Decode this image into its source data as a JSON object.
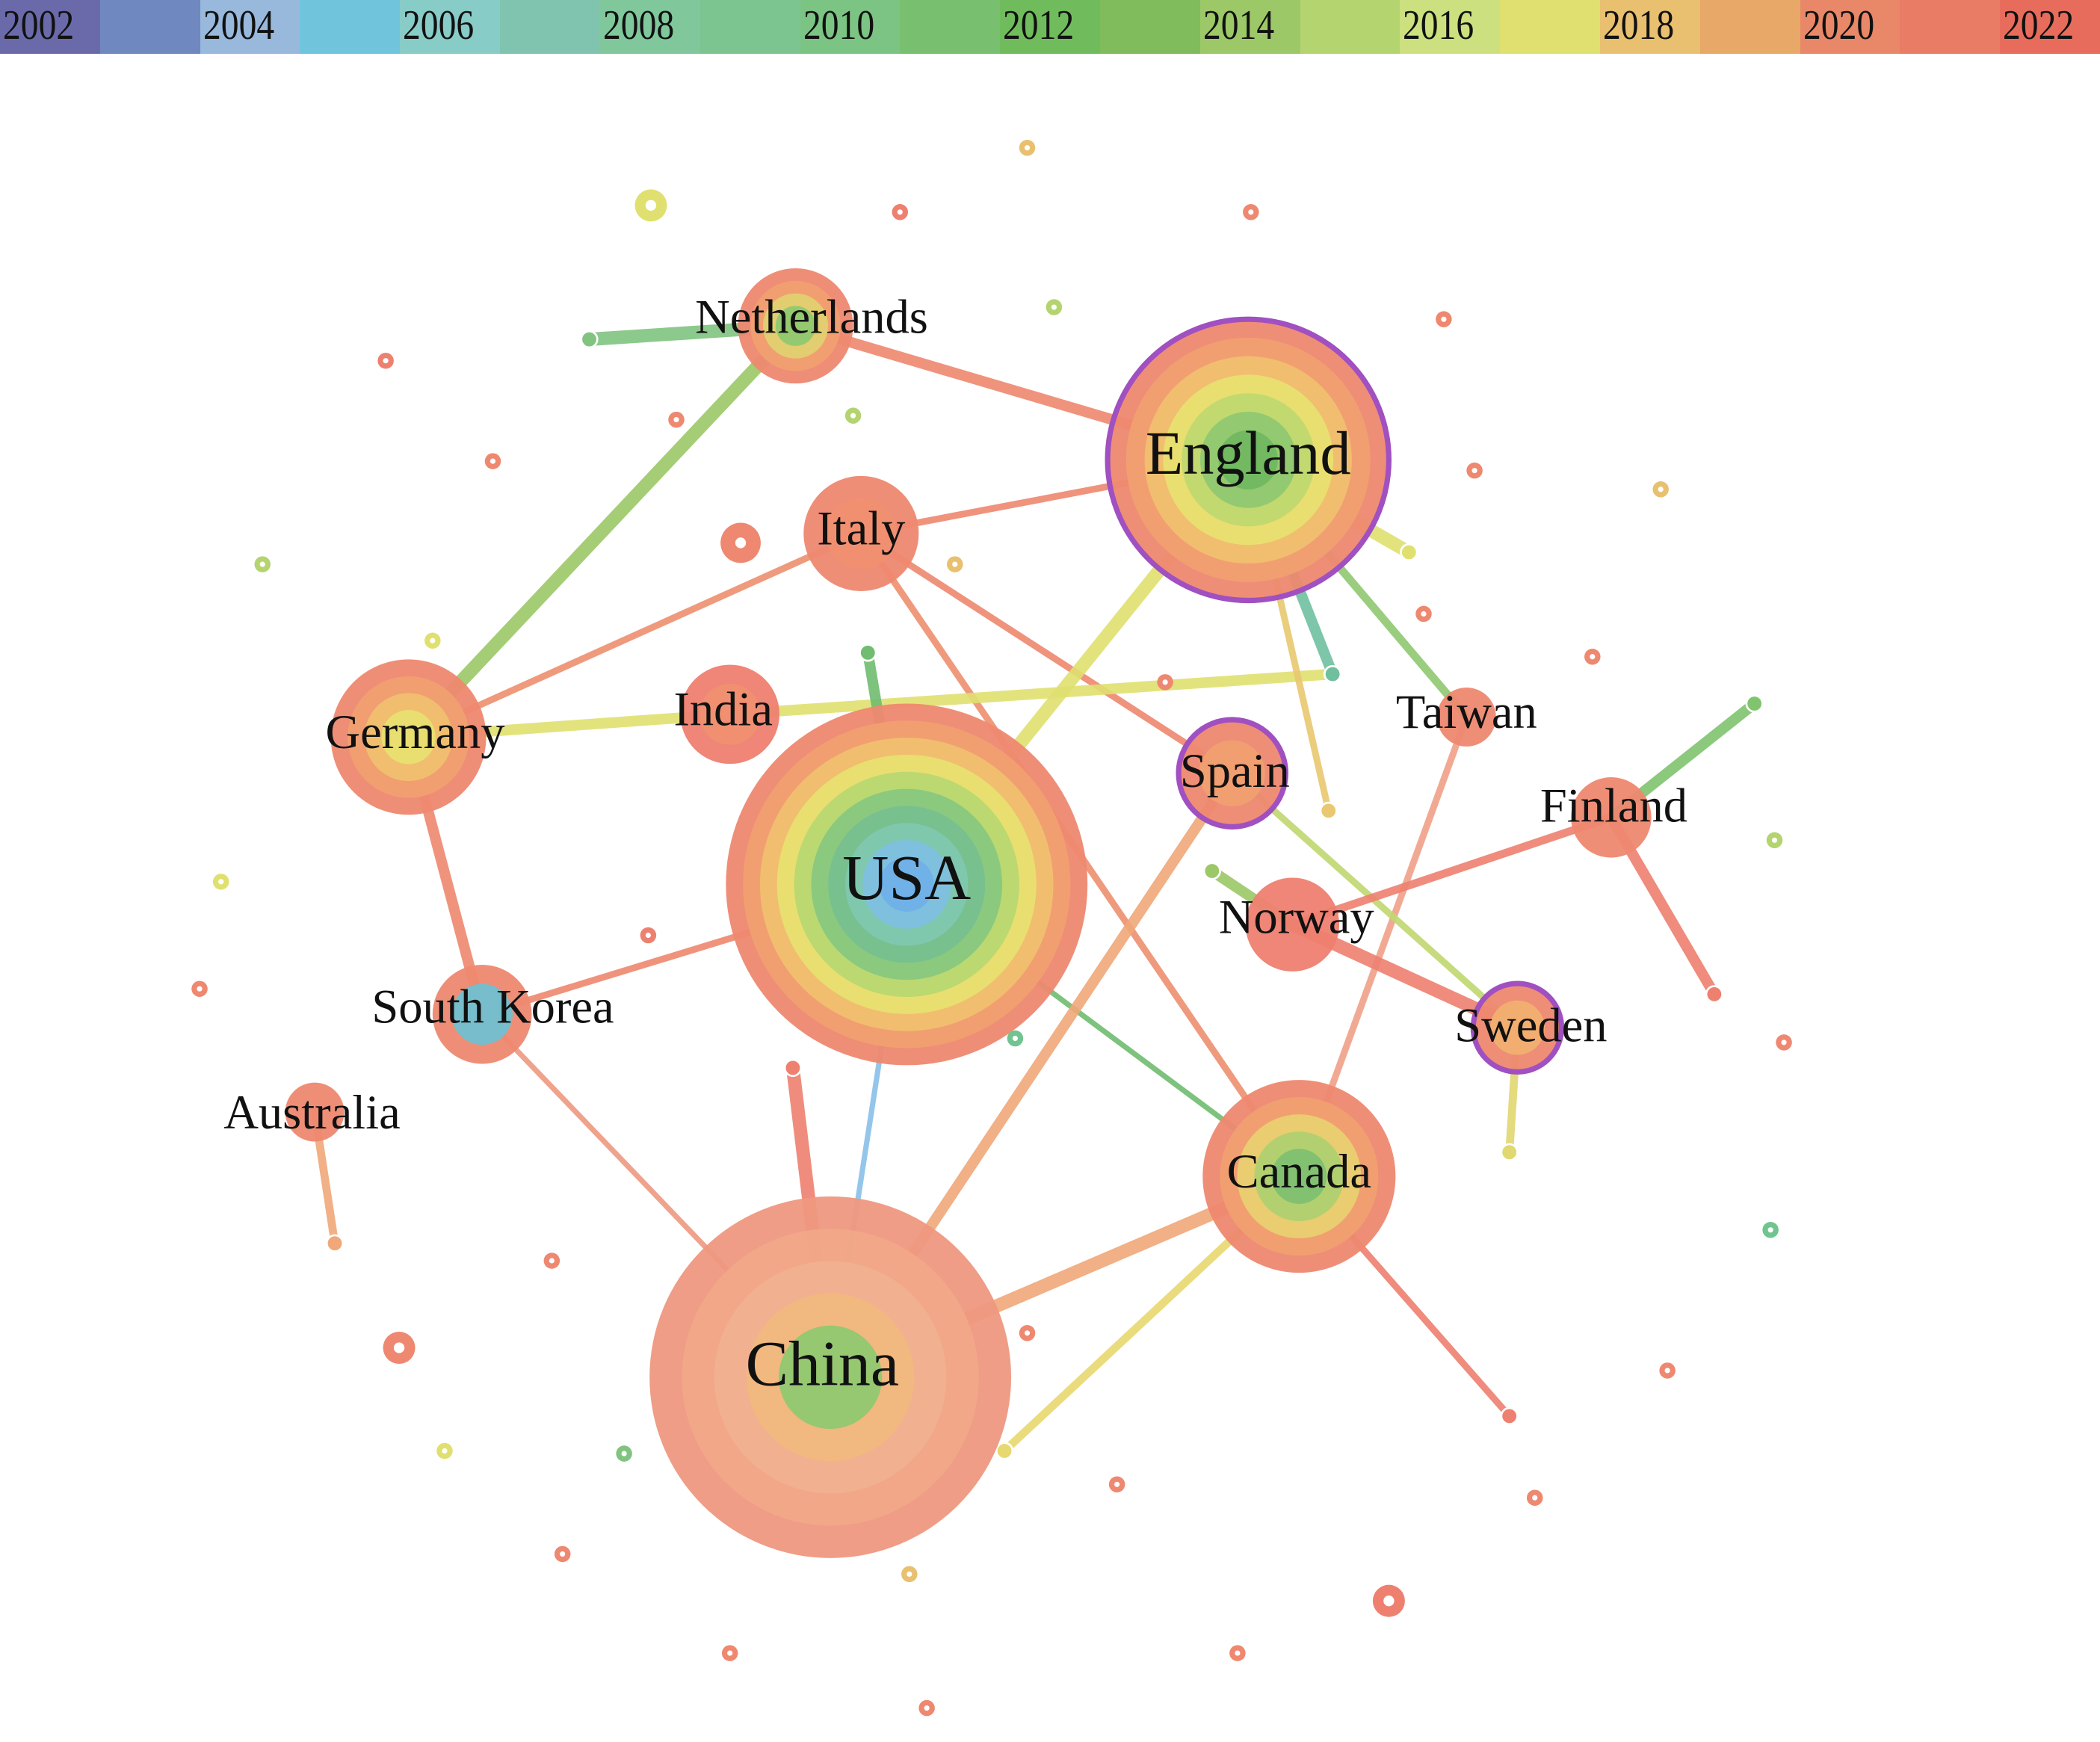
{
  "legend": {
    "years": [
      "2002",
      "2003",
      "2004",
      "2005",
      "2006",
      "2007",
      "2008",
      "2009",
      "2010",
      "2011",
      "2012",
      "2013",
      "2014",
      "2015",
      "2016",
      "2017",
      "2018",
      "2019",
      "2020",
      "2021",
      "2022"
    ],
    "colors": [
      "#6a6aaa",
      "#7088c0",
      "#98b8dc",
      "#70c4dc",
      "#88ccc8",
      "#80c4b0",
      "#80c89c",
      "#7cc490",
      "#7cc484",
      "#78c070",
      "#70bc5c",
      "#80bc5c",
      "#9cc868",
      "#b4d470",
      "#cce080",
      "#e0e070",
      "#e8c070",
      "#e8a868",
      "#e88868",
      "#e87c64",
      "#e86c5c"
    ],
    "labeled_years": [
      "2002",
      "2004",
      "2006",
      "2008",
      "2010",
      "2012",
      "2014",
      "2016",
      "2018",
      "2020",
      "2022"
    ]
  },
  "nodes": [
    {
      "id": "usa",
      "label": "USA",
      "centrality_ring": false,
      "rings": [
        "#ee8870",
        "#f0a070",
        "#f0c070",
        "#e8e070",
        "#b8d870",
        "#88c880",
        "#78c090",
        "#80c8b0",
        "#80c0e0",
        "#70b0e8"
      ]
    },
    {
      "id": "china",
      "label": "China",
      "centrality_ring": false,
      "rings": [
        "#ee9880",
        "#f0a888",
        "#f0b090",
        "#f0b880",
        "#90c870"
      ]
    },
    {
      "id": "england",
      "label": "England",
      "centrality_ring": true,
      "rings": [
        "#ee8870",
        "#f0a070",
        "#f0c070",
        "#e8e070",
        "#c0d870",
        "#90c870",
        "#70b860"
      ]
    },
    {
      "id": "canada",
      "label": "Canada",
      "centrality_ring": false,
      "rings": [
        "#ee8870",
        "#f0a070",
        "#e8d070",
        "#b0d070",
        "#80c070"
      ]
    },
    {
      "id": "germany",
      "label": "Germany",
      "centrality_ring": false,
      "rings": [
        "#ee8870",
        "#f0a070",
        "#f0c070",
        "#e8e070"
      ]
    },
    {
      "id": "netherlands",
      "label": "Netherlands",
      "centrality_ring": false,
      "rings": [
        "#ee8870",
        "#f0a070",
        "#e0d070",
        "#90c870"
      ]
    },
    {
      "id": "italy",
      "label": "Italy",
      "centrality_ring": false,
      "rings": [
        "#ee8870",
        "#f09070"
      ]
    },
    {
      "id": "india",
      "label": "India",
      "centrality_ring": false,
      "rings": [
        "#ee8070",
        "#f09070"
      ]
    },
    {
      "id": "spain",
      "label": "Spain",
      "centrality_ring": true,
      "rings": [
        "#ee8870",
        "#f0a070"
      ]
    },
    {
      "id": "sweden",
      "label": "Sweden",
      "centrality_ring": true,
      "rings": [
        "#ee8870",
        "#f0b070"
      ]
    },
    {
      "id": "norway",
      "label": "Norway",
      "centrality_ring": false,
      "rings": [
        "#ee8070"
      ]
    },
    {
      "id": "taiwan",
      "label": "Taiwan",
      "centrality_ring": false,
      "rings": [
        "#ee8870"
      ]
    },
    {
      "id": "finland",
      "label": "Finland",
      "centrality_ring": false,
      "rings": [
        "#ee8870"
      ]
    },
    {
      "id": "south-korea",
      "label": "South Korea",
      "centrality_ring": false,
      "rings": [
        "#ee8870",
        "#70c0d0"
      ]
    },
    {
      "id": "australia",
      "label": "Australia",
      "centrality_ring": false,
      "rings": [
        "#ee8870"
      ]
    }
  ],
  "edges": [
    {
      "from": "netherlands",
      "to": "stub-nl",
      "color": "#80c480"
    },
    {
      "from": "netherlands",
      "to": "germany",
      "color": "#9cc868"
    },
    {
      "from": "netherlands",
      "to": "england",
      "color": "#ee8870"
    },
    {
      "from": "italy",
      "to": "england",
      "color": "#ee8870"
    },
    {
      "from": "italy",
      "to": "germany",
      "color": "#ee9070"
    },
    {
      "from": "italy",
      "to": "spain",
      "color": "#ee8870"
    },
    {
      "from": "italy",
      "to": "canada",
      "color": "#ee9070"
    },
    {
      "from": "germany",
      "to": "india",
      "color": "#e0e070"
    },
    {
      "from": "india",
      "to": "stub-eng2",
      "color": "#e0e070"
    },
    {
      "from": "germany",
      "to": "south-korea",
      "color": "#ee8870"
    },
    {
      "from": "south-korea",
      "to": "usa",
      "color": "#ee8870"
    },
    {
      "from": "south-korea",
      "to": "china",
      "color": "#ee9880"
    },
    {
      "from": "usa",
      "to": "stub-usa",
      "color": "#70bc70"
    },
    {
      "from": "usa",
      "to": "china",
      "color": "#88c0e8"
    },
    {
      "from": "usa",
      "to": "canada",
      "color": "#70bc70"
    },
    {
      "from": "usa",
      "to": "england",
      "color": "#e0e070"
    },
    {
      "from": "england",
      "to": "stub-eng2",
      "color": "#70c0a0"
    },
    {
      "from": "england",
      "to": "taiwan",
      "color": "#90c870"
    },
    {
      "from": "england",
      "to": "stub-eng3",
      "color": "#e8c870"
    },
    {
      "from": "england",
      "to": "stub-eng4",
      "color": "#e0e070"
    },
    {
      "from": "taiwan",
      "to": "canada",
      "color": "#f0a088"
    },
    {
      "from": "spain",
      "to": "china",
      "color": "#f0a878"
    },
    {
      "from": "spain",
      "to": "sweden",
      "color": "#c0d870"
    },
    {
      "from": "norway",
      "to": "finland",
      "color": "#ee8070"
    },
    {
      "from": "norway",
      "to": "stub-nor",
      "color": "#9cc868"
    },
    {
      "from": "norway",
      "to": "sweden",
      "color": "#ee8070"
    },
    {
      "from": "finland",
      "to": "stub-fin1",
      "color": "#80c470"
    },
    {
      "from": "finland",
      "to": "stub-fin2",
      "color": "#ee8070"
    },
    {
      "from": "sweden",
      "to": "stub-swe",
      "color": "#e0d870"
    },
    {
      "from": "canada",
      "to": "china",
      "color": "#f0a878"
    },
    {
      "from": "canada",
      "to": "stub-can1",
      "color": "#e8d870"
    },
    {
      "from": "canada",
      "to": "stub-can2",
      "color": "#ee8070"
    },
    {
      "from": "china",
      "to": "stub-chn",
      "color": "#ee8070"
    },
    {
      "from": "australia",
      "to": "stub-aus",
      "color": "#f0a878"
    }
  ],
  "minor_nodes": [
    {
      "color": "#e0e070"
    },
    {
      "color": "#e8c070"
    },
    {
      "color": "#ee8070"
    },
    {
      "color": "#ee8870"
    },
    {
      "color": "#b4d470"
    },
    {
      "color": "#ee8870"
    },
    {
      "color": "#ee8070"
    },
    {
      "color": "#b4d470"
    },
    {
      "color": "#ee8870"
    },
    {
      "color": "#ee8870"
    },
    {
      "color": "#b4d470"
    },
    {
      "color": "#e8c070"
    },
    {
      "color": "#ee8870"
    },
    {
      "color": "#e8c070"
    },
    {
      "color": "#ee8870"
    },
    {
      "color": "#e0e070"
    },
    {
      "color": "#ee8870"
    },
    {
      "color": "#ee8870"
    },
    {
      "color": "#ee8870"
    },
    {
      "color": "#b4d470"
    },
    {
      "color": "#ee8870"
    },
    {
      "color": "#ee8070"
    },
    {
      "color": "#70c490"
    },
    {
      "color": "#e0e070"
    },
    {
      "color": "#70c490"
    },
    {
      "color": "#ee8870"
    },
    {
      "color": "#ee8870"
    },
    {
      "color": "#e0e070"
    },
    {
      "color": "#ee8870"
    },
    {
      "color": "#ee8870"
    },
    {
      "color": "#ee8870"
    },
    {
      "color": "#ee8870"
    },
    {
      "color": "#ee8870"
    },
    {
      "color": "#ee8870"
    },
    {
      "color": "#ee8070"
    },
    {
      "color": "#80c480"
    },
    {
      "color": "#ee8870"
    },
    {
      "color": "#ee8870"
    },
    {
      "color": "#e8c070"
    },
    {
      "color": "#ee8870"
    }
  ],
  "centrality_ring_color": "#a050c0"
}
